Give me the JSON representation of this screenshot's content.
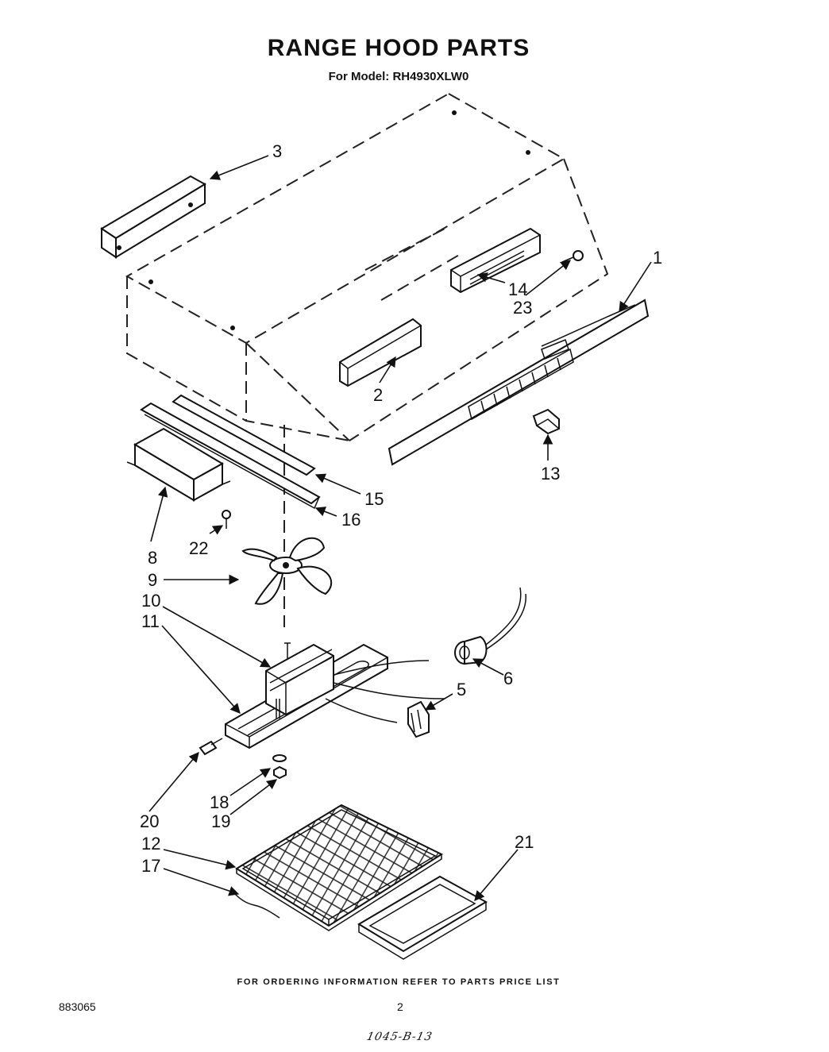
{
  "header": {
    "title": "RANGE HOOD PARTS",
    "model": "For Model: RH4930XLW0"
  },
  "callouts": [
    "1",
    "2",
    "3",
    "5",
    "6",
    "8",
    "9",
    "10",
    "11",
    "12",
    "13",
    "14",
    "15",
    "16",
    "17",
    "18",
    "19",
    "20",
    "21",
    "22",
    "23"
  ],
  "footer": {
    "ordering_note": "FOR ORDERING INFORMATION REFER TO PARTS PRICE LIST",
    "doc_number": "883065",
    "page_number": "2",
    "handwritten_note": "1045-B-13"
  }
}
